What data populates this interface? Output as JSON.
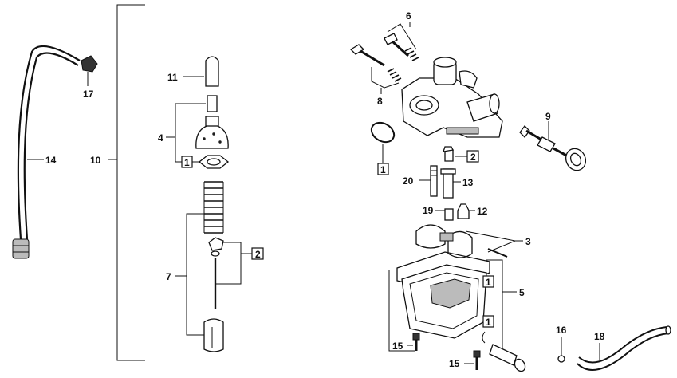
{
  "callouts": {
    "p3": "3",
    "p4": "4",
    "p5": "5",
    "p6": "6",
    "p7": "7",
    "p8": "8",
    "p9": "9",
    "p10": "10",
    "p11": "11",
    "p12": "12",
    "p13": "13",
    "p14": "14",
    "p15a": "15",
    "p15b": "15",
    "p16": "16",
    "p17": "17",
    "p18": "18",
    "p19": "19",
    "p20": "20"
  },
  "kits": {
    "k1a": "1",
    "k1b": "1",
    "k1c": "1",
    "k1d": "1",
    "k2a": "2",
    "k2b": "2"
  }
}
